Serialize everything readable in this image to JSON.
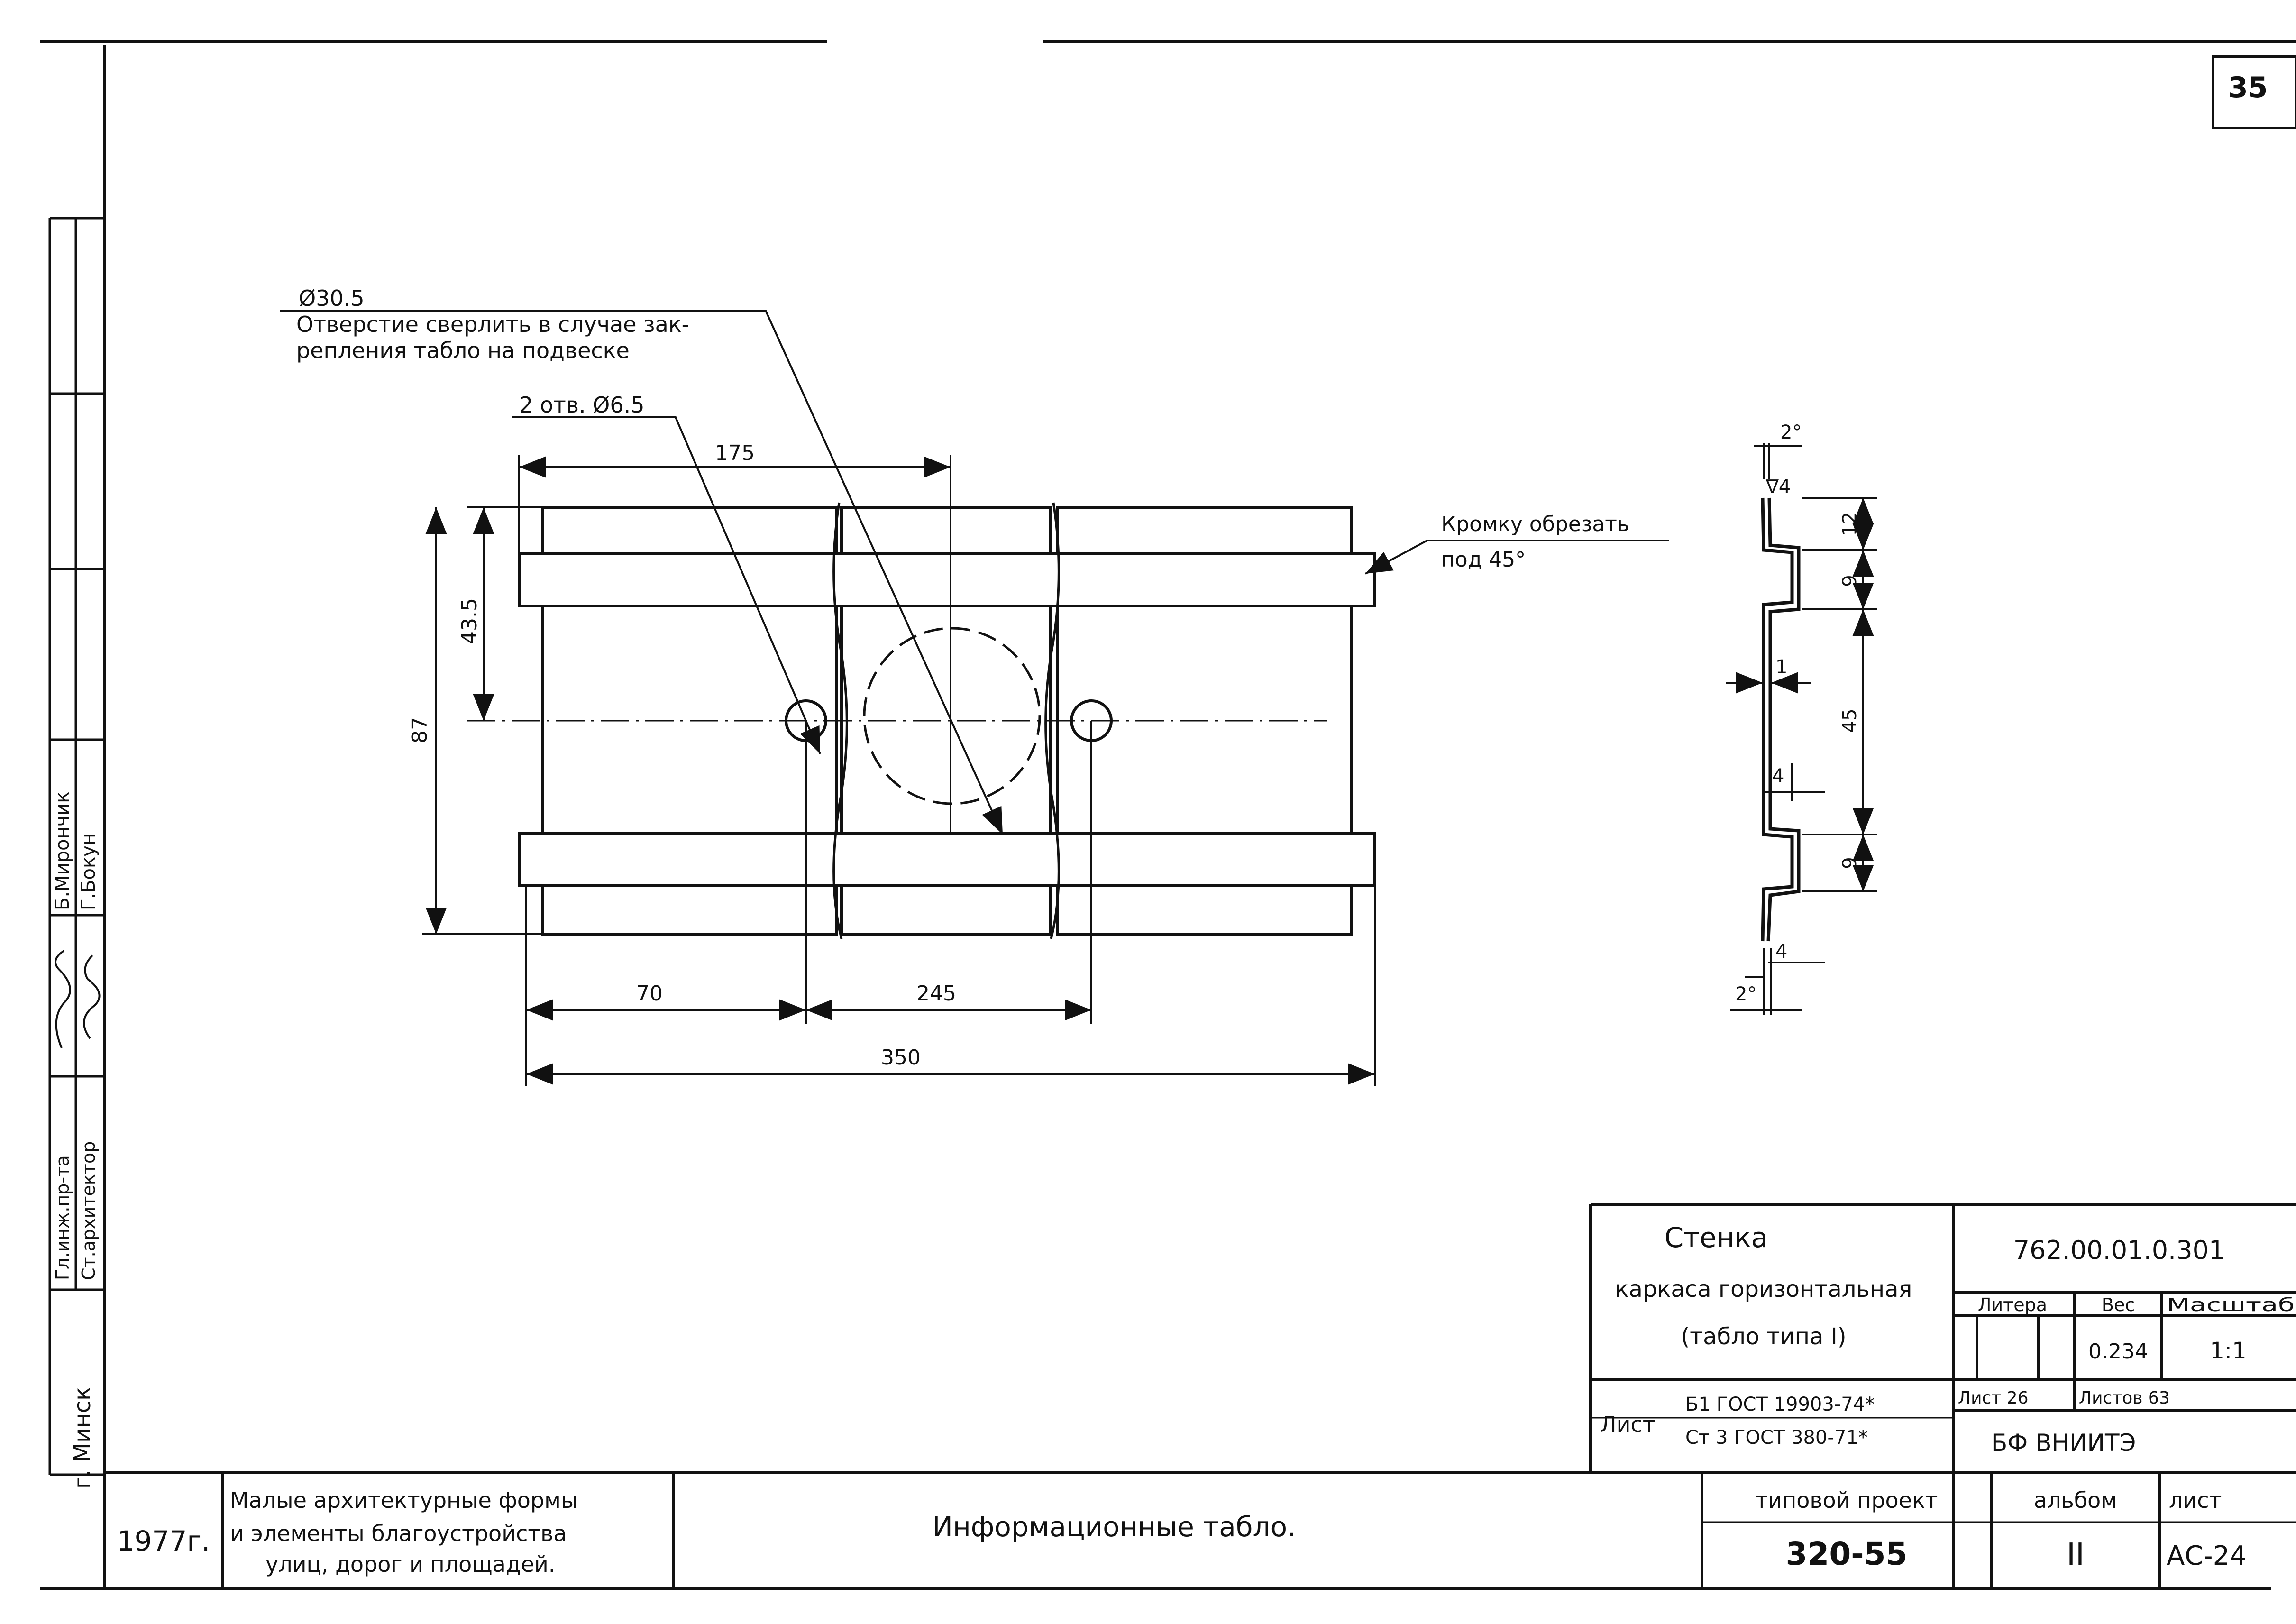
{
  "sheet_corner_number": "35",
  "part_view": {
    "hole_large_dia": "Ø30.5",
    "hole_large_note_line1": "Отверстие сверлить в случае зак-",
    "hole_large_note_line2": "репления табло на подвеске",
    "holes_small": "2 отв. Ø6.5",
    "edge_note_line1": "Кромку обрезать",
    "edge_note_line2": "под 45°",
    "dim_top": "175",
    "dim_half_height": "43.5",
    "dim_height": "87",
    "dim_left": "70",
    "dim_holes": "245",
    "dim_total": "350"
  },
  "section_view": {
    "angle_top": "2°",
    "roughness": "∇4",
    "angle_bottom": "2°",
    "dim_thickness": "1",
    "dim_lip": "4",
    "dim_lip_bottom": "4",
    "dims_vertical": [
      "12",
      "9",
      "45",
      "9"
    ]
  },
  "side_stamp": {
    "names": [
      "Б.Мирончик",
      "Г.Бокун"
    ],
    "roles": [
      "Гл.инж.пр-та",
      "Ст.архитектор"
    ],
    "city": "г. Минск"
  },
  "title_block": {
    "part_title": "Стенка",
    "part_subtitle": "каркаса горизонтальная",
    "part_type": "(табло типа I)",
    "code": "762.00.01.0.301",
    "hdr_litera": "Литера",
    "hdr_ves": "Вес",
    "hdr_masshtab": "Масштаб",
    "ves": "0.234",
    "masshtab": "1:1",
    "material_label": "Лист",
    "material_top": "Б1 ГОСТ 19903-74*",
    "material_bottom": "Ст 3 ГОСТ 380-71*",
    "sheet_no": "Лист 26",
    "sheets_total": "Листов 63",
    "org": "БФ ВНИИТЭ",
    "year": "1977г.",
    "project_line1": "Малые архитектурные формы",
    "project_line2": "и элементы благоустройства",
    "project_line3": "улиц, дорог и площадей.",
    "drawing_name": "Информационные табло.",
    "tip_label": "типовой проект",
    "tip_value": "320-55",
    "album_label": "альбом",
    "album_value": "II",
    "list_label": "лист",
    "list_value": "АС-24"
  }
}
